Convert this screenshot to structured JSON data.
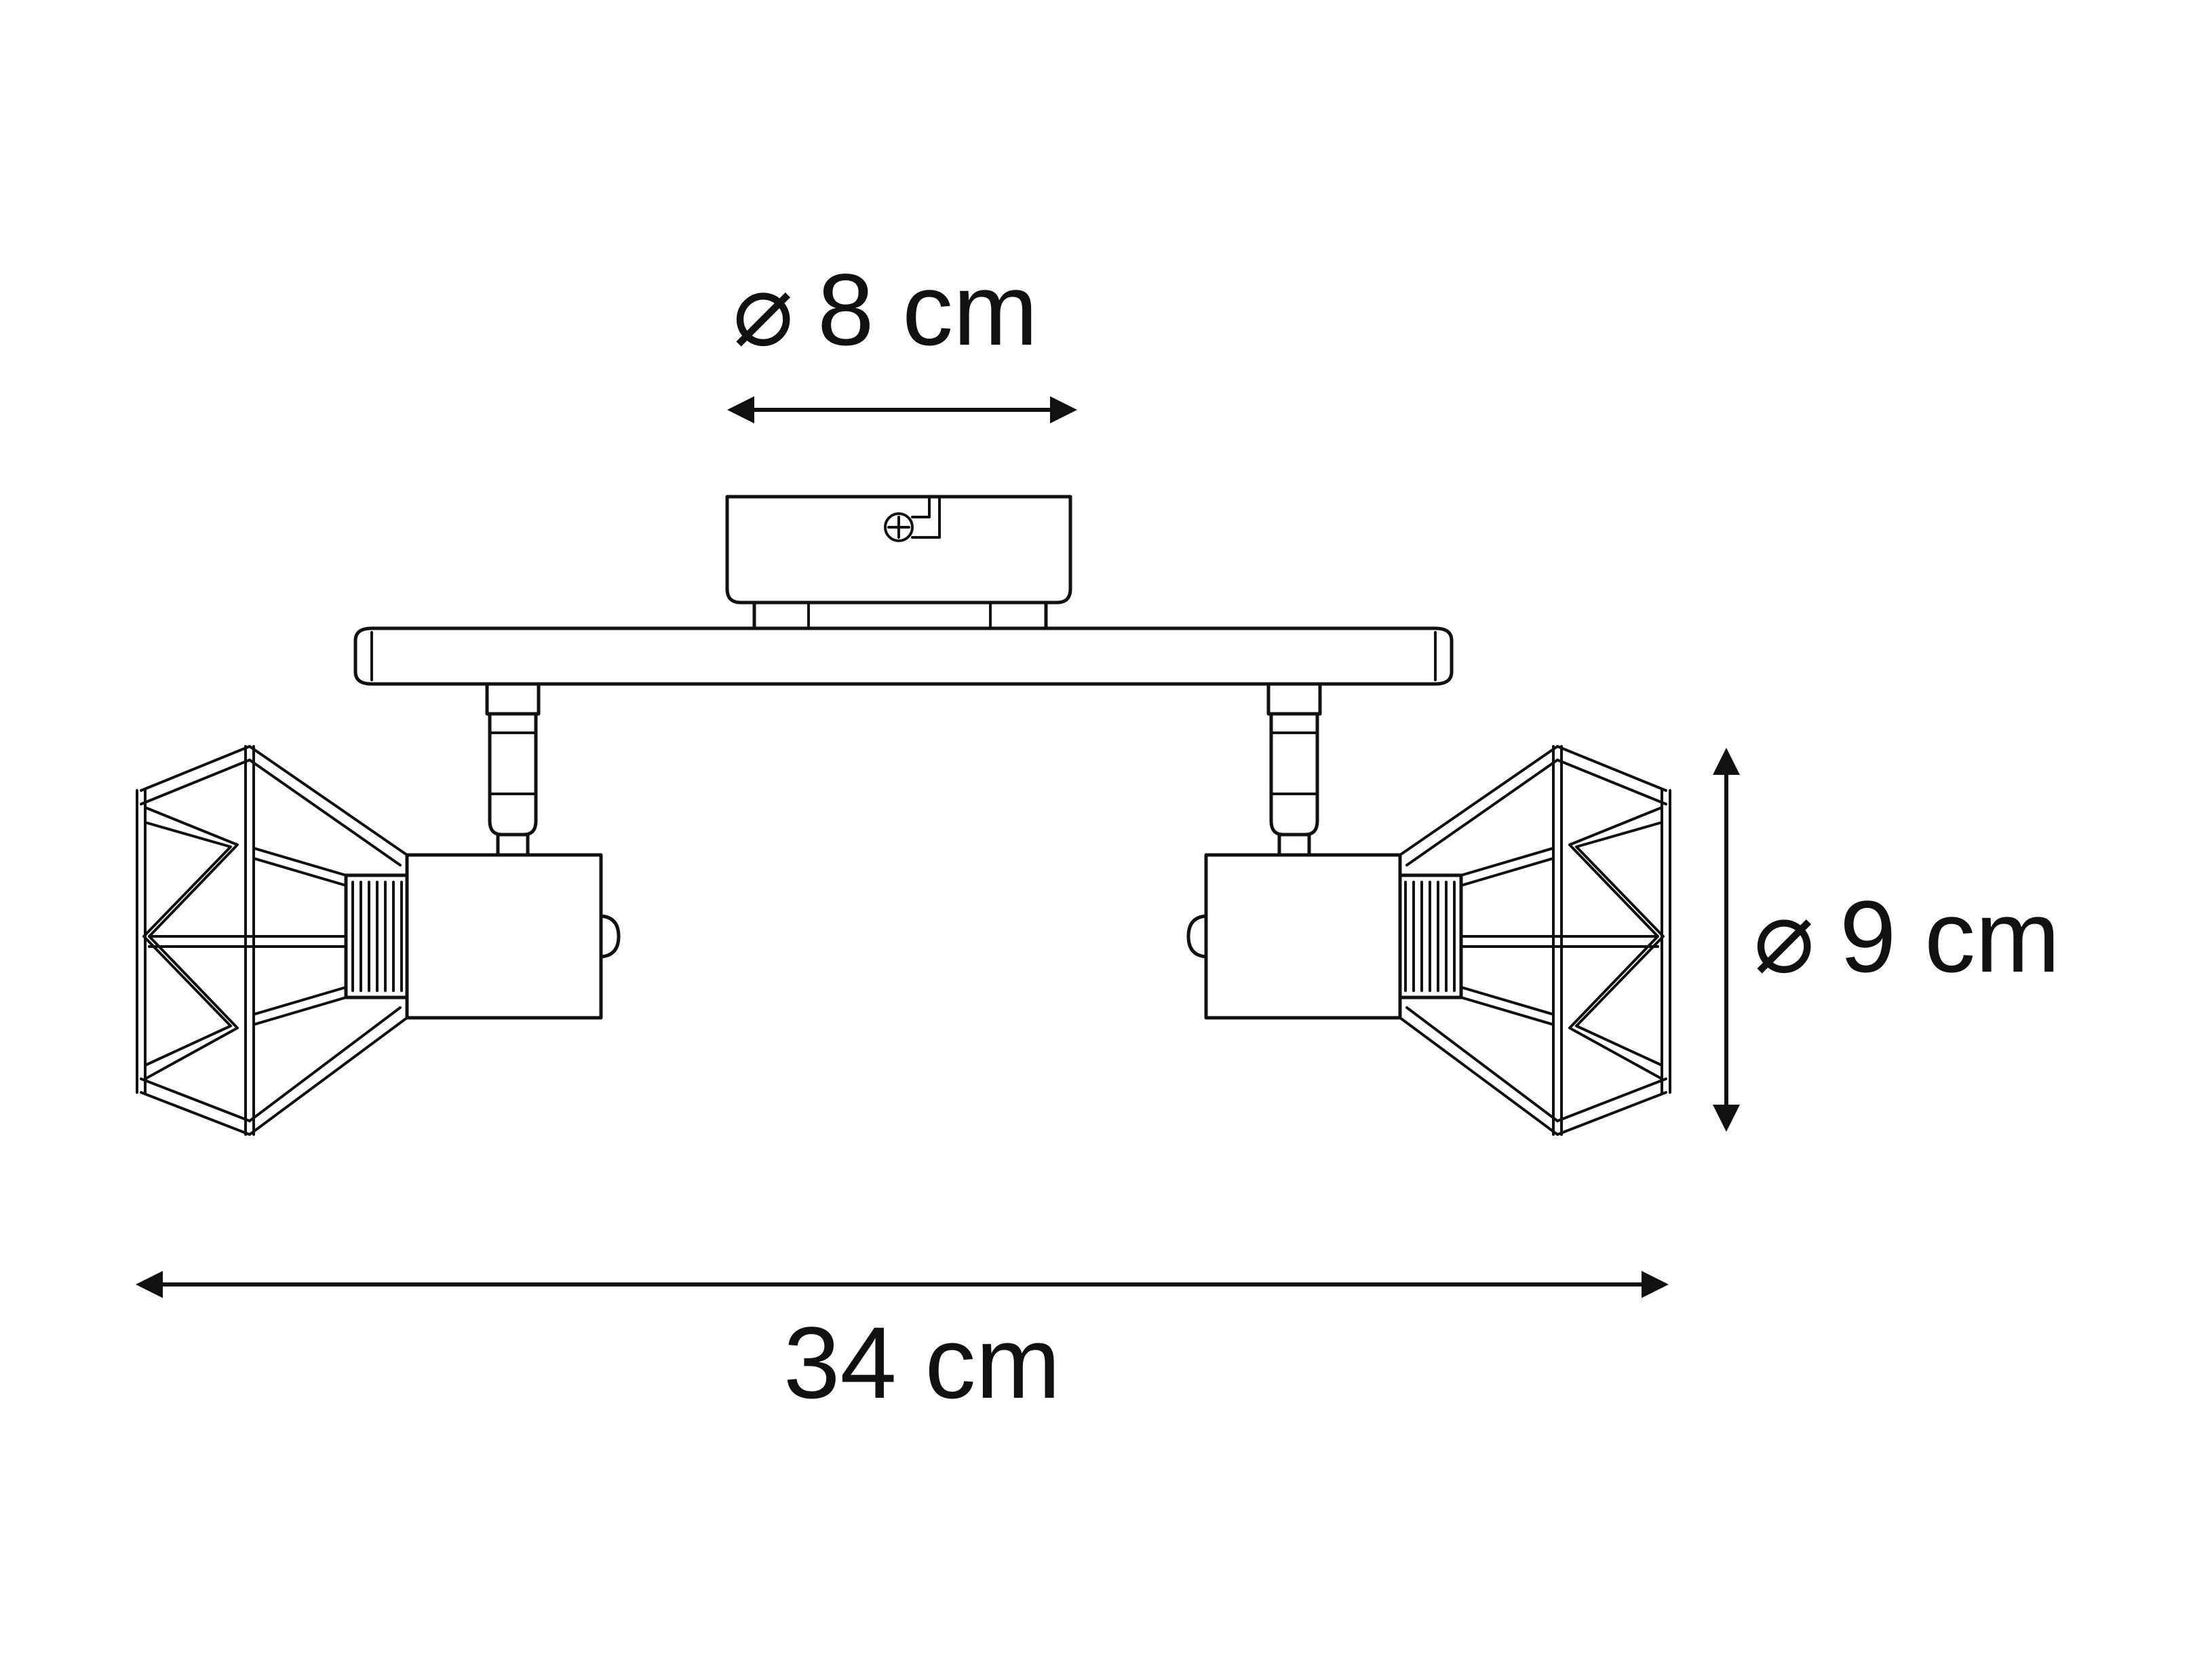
{
  "dimensions": {
    "canopy": {
      "prefix": "⌀",
      "value": "8 cm"
    },
    "shade": {
      "prefix": "⌀",
      "value": "9 cm"
    },
    "width": {
      "value": "34 cm"
    }
  },
  "colors": {
    "line": "#111111",
    "background": "#ffffff"
  }
}
